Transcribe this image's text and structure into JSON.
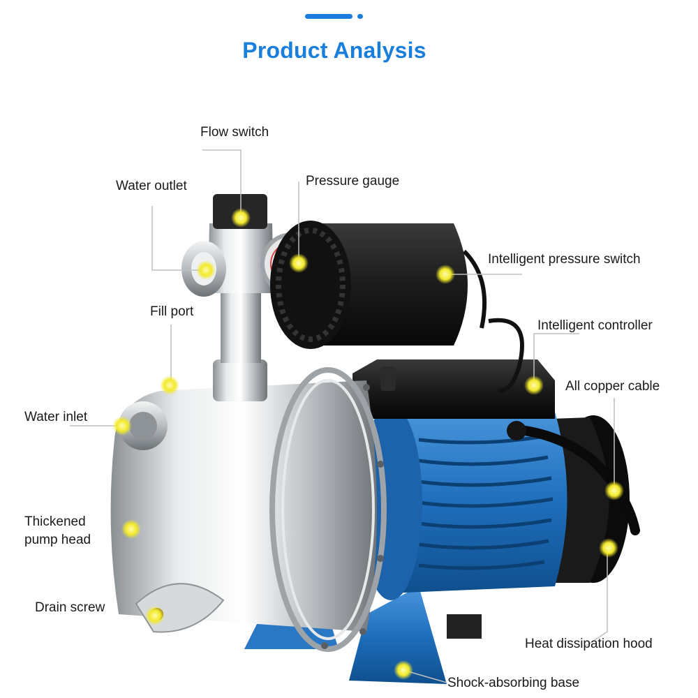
{
  "header": {
    "title": "Product Analysis"
  },
  "colors": {
    "accent": "#1a7fdc",
    "pump_blue": "#2a78c4",
    "marker": "#f2ea2a",
    "steel": "#cfd3d6",
    "motor_black": "#1c1c1c"
  },
  "labels": {
    "flow_switch": "Flow switch",
    "water_outlet": "Water outlet",
    "pressure_gauge": "Pressure gauge",
    "intelligent_pressure_switch": "Intelligent pressure switch",
    "fill_port": "Fill port",
    "intelligent_controller": "Intelligent controller",
    "all_copper_cable": "All copper cable",
    "water_inlet": "Water inlet",
    "thickened_pump_head": "Thickened pump head",
    "drain_screw": "Drain screw",
    "heat_dissipation_hood": "Heat dissipation hood",
    "shock_absorbing_base": "Shock-absorbing base"
  }
}
